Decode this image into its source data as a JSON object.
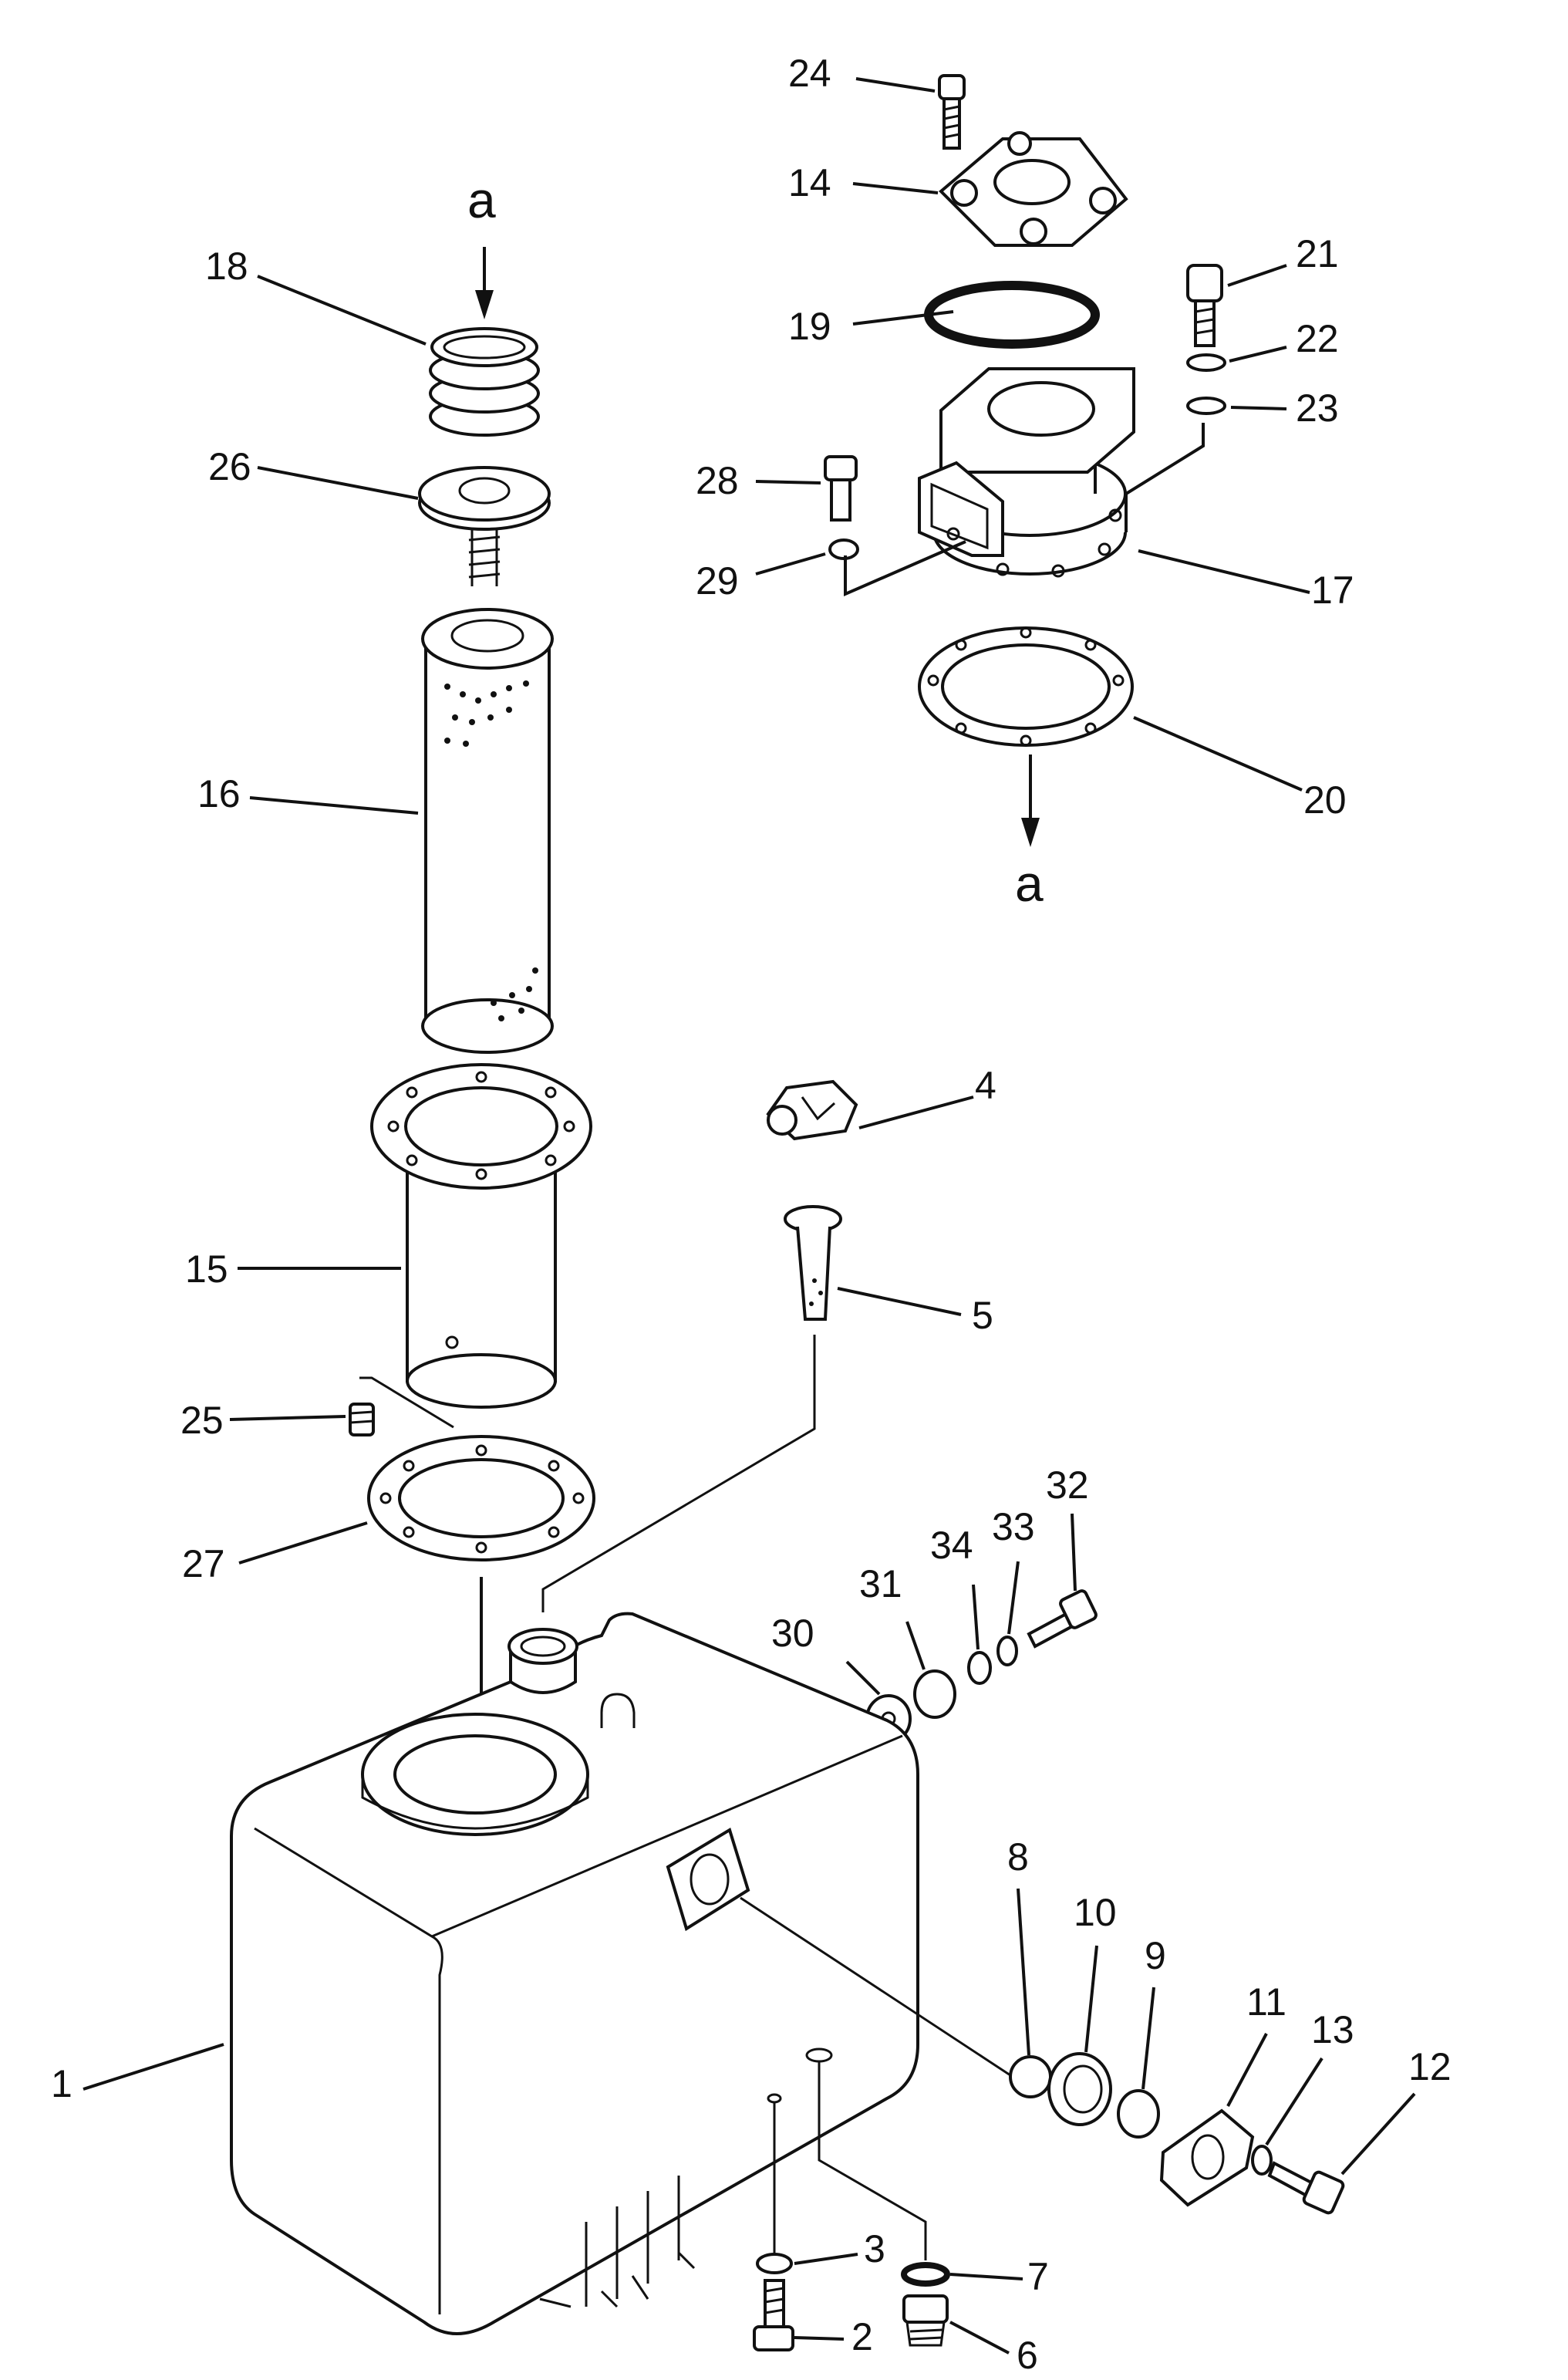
{
  "diagram": {
    "part_labels": {
      "p1": "1",
      "p2": "2",
      "p3": "3",
      "p4": "4",
      "p5": "5",
      "p6": "6",
      "p7": "7",
      "p8": "8",
      "p9": "9",
      "p10": "10",
      "p11": "11",
      "p12": "12",
      "p13": "13",
      "p14": "14",
      "p15": "15",
      "p16": "16",
      "p17": "17",
      "p18": "18",
      "p19": "19",
      "p20": "20",
      "p21": "21",
      "p22": "22",
      "p23": "23",
      "p24": "24",
      "p25": "25",
      "p26": "26",
      "p27": "27",
      "p28": "28",
      "p29": "29",
      "p30": "30",
      "p31": "31",
      "p32": "32",
      "p33": "33",
      "p34": "34"
    },
    "connection_marker_top": "a",
    "connection_marker_bottom": "a"
  }
}
